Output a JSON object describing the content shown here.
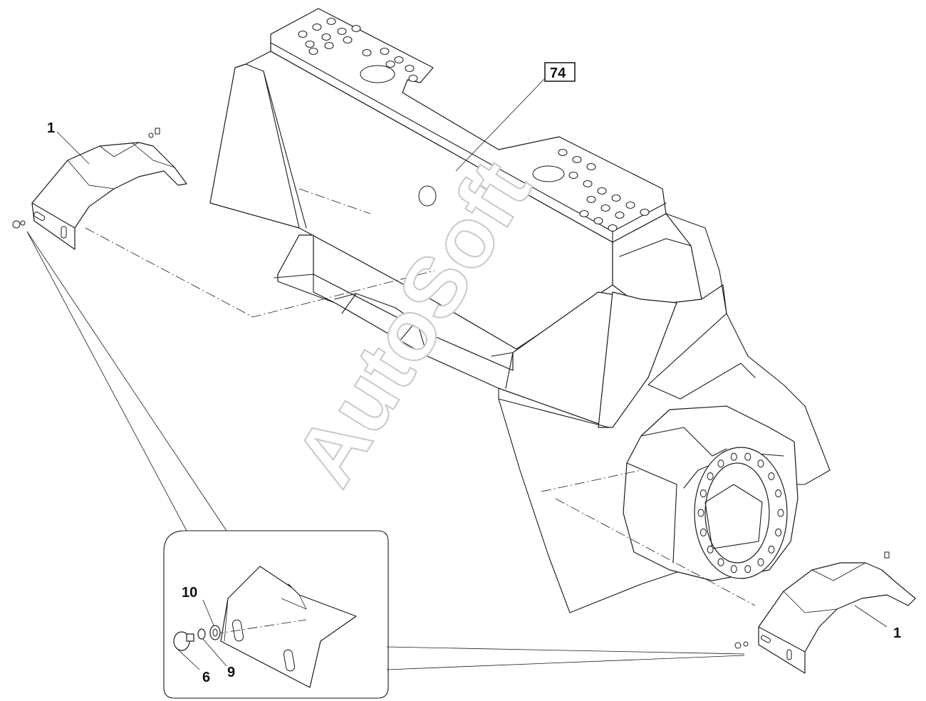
{
  "diagram": {
    "callouts": {
      "frame": "74",
      "fender_top_left": "1",
      "fender_bottom_right": "1",
      "bolt": "6",
      "lock_washer": "9",
      "flat_washer": "10"
    },
    "watermark": "AutoSoft"
  }
}
